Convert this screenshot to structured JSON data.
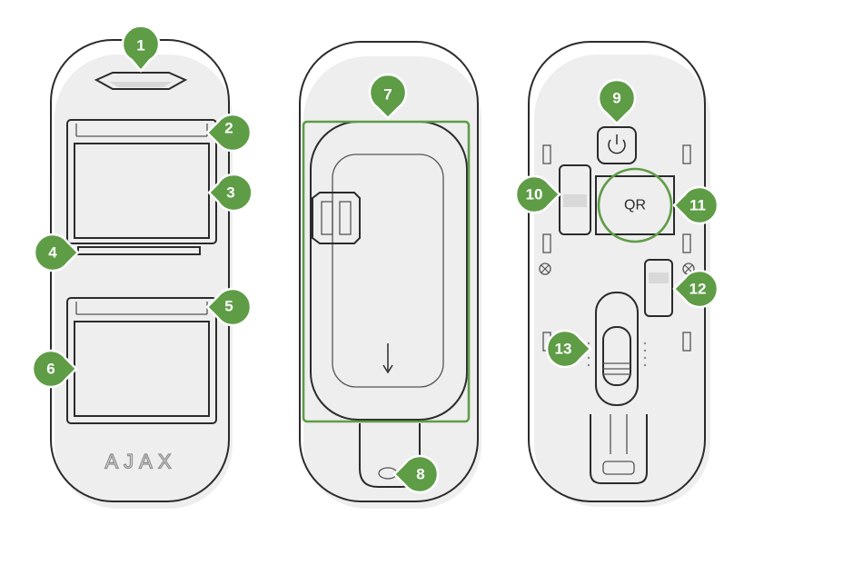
{
  "brand_logo_text": "AJAX",
  "qr_label": "QR",
  "markers": [
    {
      "id": "1",
      "label": "1"
    },
    {
      "id": "2",
      "label": "2"
    },
    {
      "id": "3",
      "label": "3"
    },
    {
      "id": "4",
      "label": "4"
    },
    {
      "id": "5",
      "label": "5"
    },
    {
      "id": "6",
      "label": "6"
    },
    {
      "id": "7",
      "label": "7"
    },
    {
      "id": "8",
      "label": "8"
    },
    {
      "id": "9",
      "label": "9"
    },
    {
      "id": "10",
      "label": "10"
    },
    {
      "id": "11",
      "label": "11"
    },
    {
      "id": "12",
      "label": "12"
    },
    {
      "id": "13",
      "label": "13"
    }
  ],
  "colors": {
    "accent_green": "#5e9c46",
    "outline": "#2b2b2b"
  }
}
